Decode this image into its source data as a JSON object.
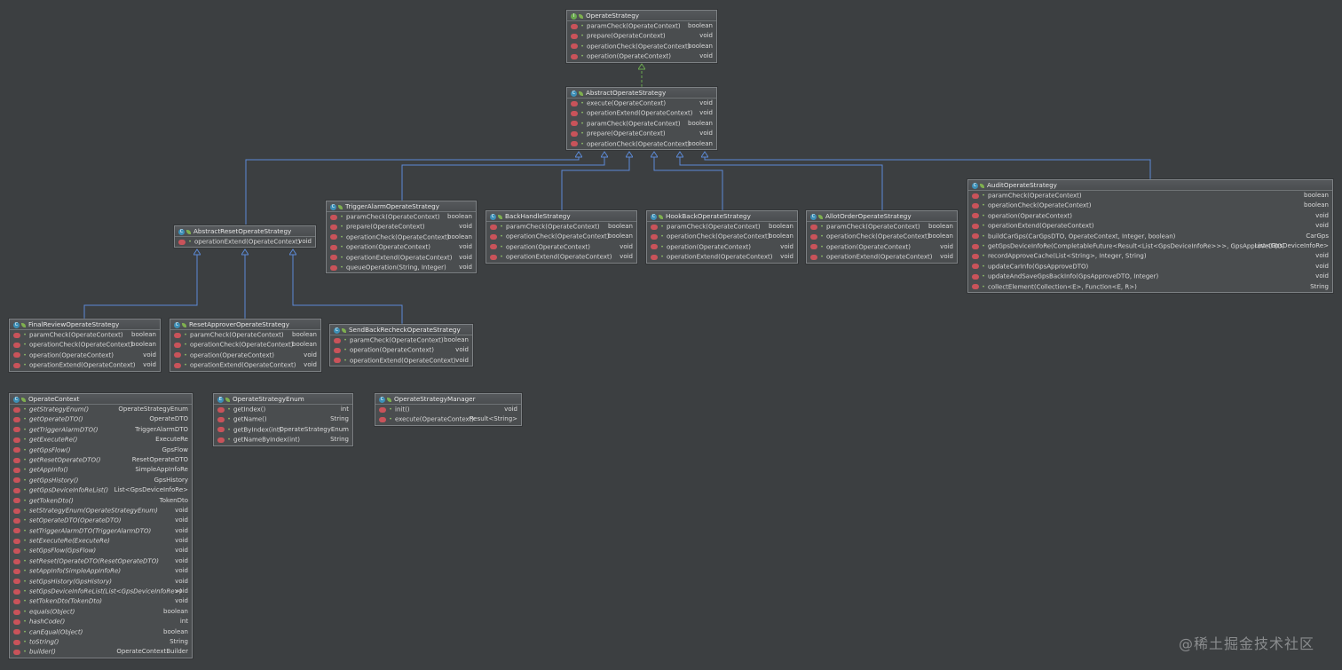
{
  "colors": {
    "background": "#3c3f41",
    "box_bg": "#4a4d4f",
    "extends_line": "#5c8ad6",
    "implements_line": "#6aa84f",
    "method_icon": "#c9535a"
  },
  "classes": {
    "OperateStrategy": {
      "title": "OperateStrategy",
      "kind": "interface",
      "rows": [
        {
          "name": "paramCheck(OperateContext)",
          "ret": "boolean"
        },
        {
          "name": "prepare(OperateContext)",
          "ret": "void"
        },
        {
          "name": "operationCheck(OperateContext)",
          "ret": "boolean"
        },
        {
          "name": "operation(OperateContext)",
          "ret": "void"
        }
      ]
    },
    "AbstractOperateStrategy": {
      "title": "AbstractOperateStrategy",
      "kind": "abstract",
      "rows": [
        {
          "name": "execute(OperateContext)",
          "ret": "void"
        },
        {
          "name": "operationExtend(OperateContext)",
          "ret": "void"
        },
        {
          "name": "paramCheck(OperateContext)",
          "ret": "boolean"
        },
        {
          "name": "prepare(OperateContext)",
          "ret": "void"
        },
        {
          "name": "operationCheck(OperateContext)",
          "ret": "boolean"
        }
      ]
    },
    "AbstractResetOperateStrategy": {
      "title": "AbstractResetOperateStrategy",
      "kind": "abstract",
      "rows": [
        {
          "name": "operationExtend(OperateContext)",
          "ret": "void"
        }
      ]
    },
    "TriggerAlarmOperateStrategy": {
      "title": "TriggerAlarmOperateStrategy",
      "kind": "class",
      "rows": [
        {
          "name": "paramCheck(OperateContext)",
          "ret": "boolean"
        },
        {
          "name": "prepare(OperateContext)",
          "ret": "void"
        },
        {
          "name": "operationCheck(OperateContext)",
          "ret": "boolean"
        },
        {
          "name": "operation(OperateContext)",
          "ret": "void"
        },
        {
          "name": "operationExtend(OperateContext)",
          "ret": "void"
        },
        {
          "name": "queueOperation(String, Integer)",
          "ret": "void"
        }
      ]
    },
    "BackHandleStrategy": {
      "title": "BackHandleStrategy",
      "kind": "class",
      "rows": [
        {
          "name": "paramCheck(OperateContext)",
          "ret": "boolean"
        },
        {
          "name": "operationCheck(OperateContext)",
          "ret": "boolean"
        },
        {
          "name": "operation(OperateContext)",
          "ret": "void"
        },
        {
          "name": "operationExtend(OperateContext)",
          "ret": "void"
        }
      ]
    },
    "HookBackOperateStrategy": {
      "title": "HookBackOperateStrategy",
      "kind": "class",
      "rows": [
        {
          "name": "paramCheck(OperateContext)",
          "ret": "boolean"
        },
        {
          "name": "operationCheck(OperateContext)",
          "ret": "boolean"
        },
        {
          "name": "operation(OperateContext)",
          "ret": "void"
        },
        {
          "name": "operationExtend(OperateContext)",
          "ret": "void"
        }
      ]
    },
    "AllotOrderOperateStrategy": {
      "title": "AllotOrderOperateStrategy",
      "kind": "class",
      "rows": [
        {
          "name": "paramCheck(OperateContext)",
          "ret": "boolean"
        },
        {
          "name": "operationCheck(OperateContext)",
          "ret": "boolean"
        },
        {
          "name": "operation(OperateContext)",
          "ret": "void"
        },
        {
          "name": "operationExtend(OperateContext)",
          "ret": "void"
        }
      ]
    },
    "AuditOperateStrategy": {
      "title": "AuditOperateStrategy",
      "kind": "class",
      "rows": [
        {
          "name": "paramCheck(OperateContext)",
          "ret": "boolean"
        },
        {
          "name": "operationCheck(OperateContext)",
          "ret": "boolean"
        },
        {
          "name": "operation(OperateContext)",
          "ret": "void"
        },
        {
          "name": "operationExtend(OperateContext)",
          "ret": "void"
        },
        {
          "name": "buildCarGps(CarGpsDTO, OperateContext, Integer, boolean)",
          "ret": "CarGps"
        },
        {
          "name": "getGpsDeviceInfoRe(CompletableFuture<Result<List<GpsDeviceInfoRe>>>, GpsApproveDTO)",
          "ret": "List<GpsDeviceInfoRe>"
        },
        {
          "name": "recordApproveCache(List<String>, Integer, String)",
          "ret": "void"
        },
        {
          "name": "updateCarInfo(GpsApproveDTO)",
          "ret": "void"
        },
        {
          "name": "updateAndSaveGpsBackInfo(GpsApproveDTO, Integer)",
          "ret": "void"
        },
        {
          "name": "collectElement(Collection<E>, Function<E, R>)",
          "ret": "String"
        }
      ]
    },
    "FinalReviewOperateStrategy": {
      "title": "FinalReviewOperateStrategy",
      "kind": "class",
      "rows": [
        {
          "name": "paramCheck(OperateContext)",
          "ret": "boolean"
        },
        {
          "name": "operationCheck(OperateContext)",
          "ret": "boolean"
        },
        {
          "name": "operation(OperateContext)",
          "ret": "void"
        },
        {
          "name": "operationExtend(OperateContext)",
          "ret": "void"
        }
      ]
    },
    "ResetApproverOperateStrategy": {
      "title": "ResetApproverOperateStrategy",
      "kind": "class",
      "rows": [
        {
          "name": "paramCheck(OperateContext)",
          "ret": "boolean"
        },
        {
          "name": "operationCheck(OperateContext)",
          "ret": "boolean"
        },
        {
          "name": "operation(OperateContext)",
          "ret": "void"
        },
        {
          "name": "operationExtend(OperateContext)",
          "ret": "void"
        }
      ]
    },
    "SendBackRecheckOperateStrategy": {
      "title": "SendBackRecheckOperateStrategy",
      "kind": "class",
      "rows": [
        {
          "name": "paramCheck(OperateContext)",
          "ret": "boolean"
        },
        {
          "name": "operation(OperateContext)",
          "ret": "void"
        },
        {
          "name": "operationExtend(OperateContext)",
          "ret": "void"
        }
      ]
    },
    "OperateContext": {
      "title": "OperateContext",
      "kind": "class",
      "rows": [
        {
          "name": "getStrategyEnum()",
          "ret": "OperateStrategyEnum"
        },
        {
          "name": "getOperateDTO()",
          "ret": "OperateDTO"
        },
        {
          "name": "getTriggerAlarmDTO()",
          "ret": "TriggerAlarmDTO"
        },
        {
          "name": "getExecuteRe()",
          "ret": "ExecuteRe"
        },
        {
          "name": "getGpsFlow()",
          "ret": "GpsFlow"
        },
        {
          "name": "getResetOperateDTO()",
          "ret": "ResetOperateDTO"
        },
        {
          "name": "getAppInfo()",
          "ret": "SimpleAppInfoRe"
        },
        {
          "name": "getGpsHistory()",
          "ret": "GpsHistory"
        },
        {
          "name": "getGpsDeviceInfoReList()",
          "ret": "List<GpsDeviceInfoRe>"
        },
        {
          "name": "getTokenDto()",
          "ret": "TokenDto"
        },
        {
          "name": "setStrategyEnum(OperateStrategyEnum)",
          "ret": "void"
        },
        {
          "name": "setOperateDTO(OperateDTO)",
          "ret": "void"
        },
        {
          "name": "setTriggerAlarmDTO(TriggerAlarmDTO)",
          "ret": "void"
        },
        {
          "name": "setExecuteRe(ExecuteRe)",
          "ret": "void"
        },
        {
          "name": "setGpsFlow(GpsFlow)",
          "ret": "void"
        },
        {
          "name": "setReset(OperateDTO(ResetOperateDTO)",
          "ret": "void"
        },
        {
          "name": "setAppInfo(SimpleAppInfoRe)",
          "ret": "void"
        },
        {
          "name": "setGpsHistory(GpsHistory)",
          "ret": "void"
        },
        {
          "name": "setGpsDeviceInfoReList(List<GpsDeviceInfoRe>)",
          "ret": "void"
        },
        {
          "name": "setTokenDto(TokenDto)",
          "ret": "void"
        },
        {
          "name": "equals(Object)",
          "ret": "boolean"
        },
        {
          "name": "hashCode()",
          "ret": "int"
        },
        {
          "name": "canEqual(Object)",
          "ret": "boolean"
        },
        {
          "name": "toString()",
          "ret": "String"
        },
        {
          "name": "builder()",
          "ret": "OperateContextBuilder"
        }
      ]
    },
    "OperateStrategyEnum": {
      "title": "OperateStrategyEnum",
      "kind": "enum",
      "rows": [
        {
          "name": "getIndex()",
          "ret": "int"
        },
        {
          "name": "getName()",
          "ret": "String"
        },
        {
          "name": "getByIndex(int)",
          "ret": "OperateStrategyEnum"
        },
        {
          "name": "getNameByIndex(int)",
          "ret": "String"
        }
      ]
    },
    "OperateStrategyManager": {
      "title": "OperateStrategyManager",
      "kind": "class",
      "rows": [
        {
          "name": "init()",
          "ret": "void"
        },
        {
          "name": "execute(OperateContext)",
          "ret": "Result<String>"
        }
      ]
    }
  },
  "watermark": {
    "right": "@稀土掘金技术社区"
  }
}
